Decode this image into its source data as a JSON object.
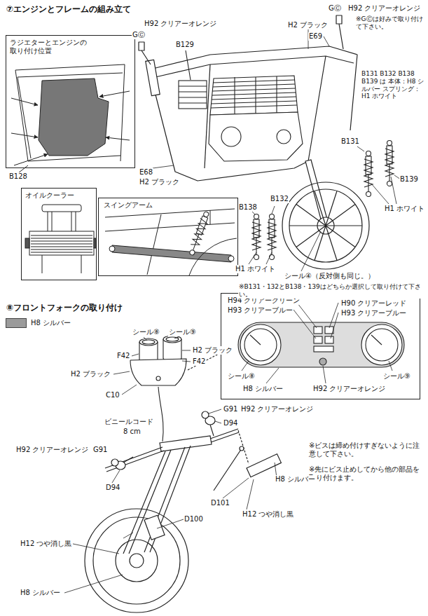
{
  "diagram": {
    "nodes": [
      {
        "text": [
          "ラジエターとエンジンの取り付け位置"
        ]
      },
      {
        "text": [
          "オイルクーラー"
        ]
      },
      {
        "text": [
          "スイングアーム"
        ]
      },
      {
        "text": [
          "H94 クリアーグリーン",
          "H90 クリアーレッド",
          "H93 クリアーブルー",
          "H93 クリアーブルー",
          "シール⑧",
          "シール⑨",
          "H8 シルバー",
          "H92 クリアーオレンジ"
        ]
      }
    ],
    "labels": [
      "⑦エンジンとフレームの組み立て",
      "H92 クリアーオレンジ",
      "GⒸ",
      "GⒸ",
      "H92 クリアーオレンジ",
      "※GⒸは好みで取り付けて下さい。",
      "B129",
      "H2 ブラック",
      "E69",
      "B131 B132 B138 B139 は 本体：H8 シルバー スプリング：H1 ホワイト",
      "E68",
      "H2 ブラック",
      "B128",
      "B131",
      "B139",
      "H1 ホワイト",
      "B132",
      "B138",
      "H1 ホワイト",
      "シール④（反対側も同じ。）",
      "※B131・132とB138・139はどちらか選択して取り付けて下さい。",
      "⑧フロントフォークの取り付け",
      "シール⑧",
      "シール⑨",
      "F42",
      "H2 ブラック",
      "F42",
      "H2 ブラック",
      "C10",
      "ビニールコード",
      "8 cm",
      "G91",
      "H92 クリアーオレンジ",
      "D94",
      "H92 クリアーオレンジ",
      "G91",
      "D94",
      "※ビスは締め付けすぎないように注意して下さい。",
      "※先にビス止めしてから他の部品を取り付けます。",
      "H8 シルバー",
      "D101",
      "H12 つや消し黒",
      "D100",
      "H12 つや消し黒",
      "H8 シルバー"
    ],
    "legend": [
      {
        "text": "H8 シルバー",
        "color": "#9b9b9b"
      }
    ]
  }
}
